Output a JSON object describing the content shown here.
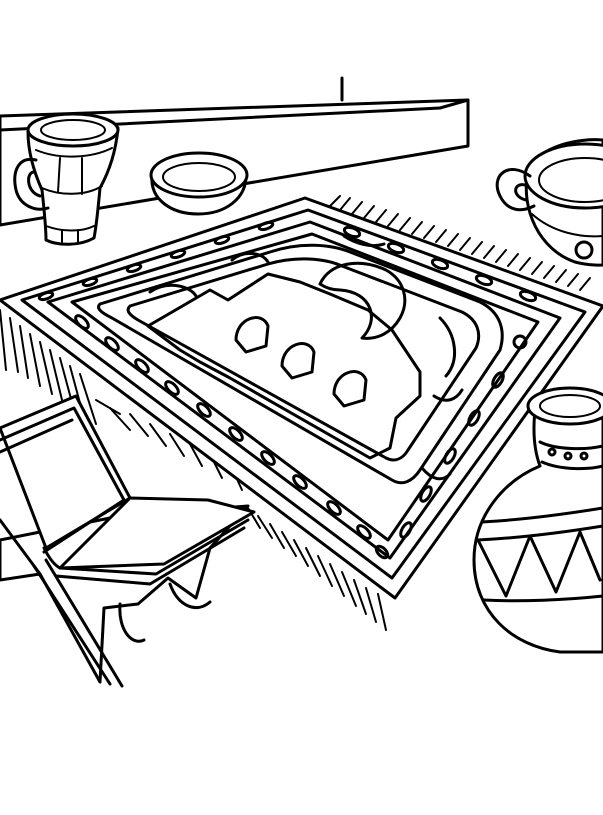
{
  "scene": {
    "type": "coloring-page",
    "background_color": "#ffffff",
    "line_color": "#000000"
  },
  "objects": [
    {
      "name": "wall-shelf",
      "icon": "shelf-icon"
    },
    {
      "name": "cup",
      "icon": "cup-icon"
    },
    {
      "name": "bowl",
      "icon": "bowl-icon"
    },
    {
      "name": "two-handled-pot",
      "icon": "pot-icon"
    },
    {
      "name": "prayer-rug",
      "icon": "rug-icon"
    },
    {
      "name": "book-stand",
      "icon": "book-stand-icon"
    },
    {
      "name": "open-book",
      "icon": "book-icon"
    },
    {
      "name": "vase",
      "icon": "vase-icon"
    }
  ]
}
